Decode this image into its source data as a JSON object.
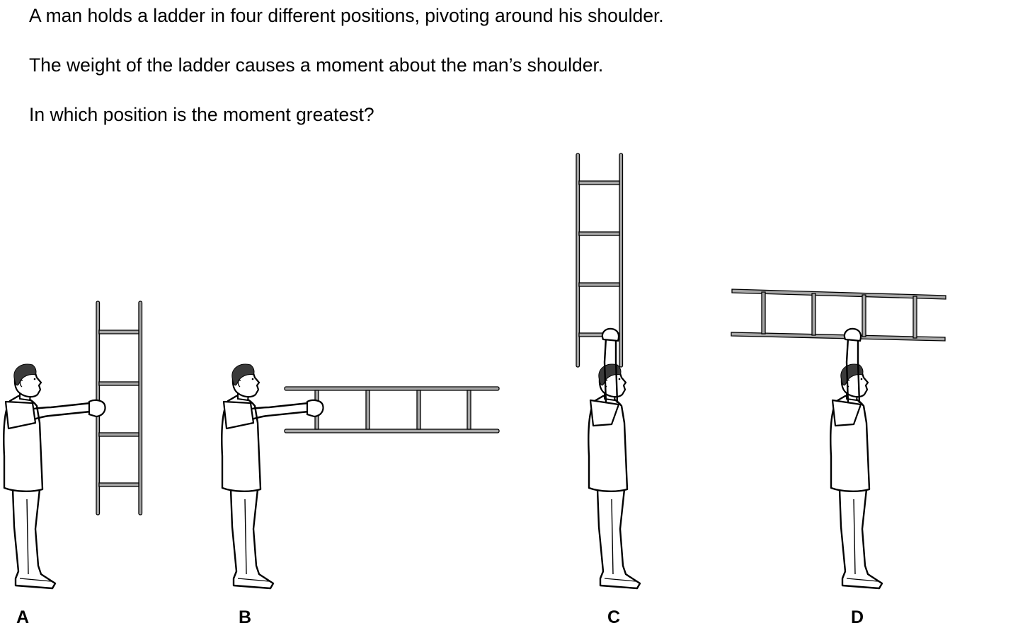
{
  "question": {
    "line1": "A man holds a ladder in four different positions, pivoting around his shoulder.",
    "line2": "The weight of the ladder causes a moment about the man’s shoulder.",
    "line3": "In which position is the moment greatest?"
  },
  "options": [
    {
      "label": "A",
      "ladder_orientation": "vertical",
      "arm_direction": "forward"
    },
    {
      "label": "B",
      "ladder_orientation": "horizontal",
      "arm_direction": "forward"
    },
    {
      "label": "C",
      "ladder_orientation": "vertical",
      "arm_direction": "up"
    },
    {
      "label": "D",
      "ladder_orientation": "horizontal",
      "arm_direction": "up"
    }
  ],
  "colors": {
    "ladder_fill": "#a6a6a6",
    "outline": "#000000",
    "hair": "#3a3a3a",
    "background": "#ffffff"
  }
}
